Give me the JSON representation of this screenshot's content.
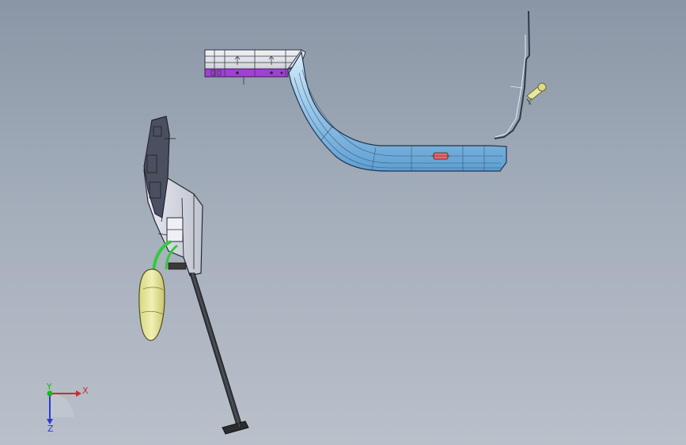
{
  "viewport": {
    "background_top": "#8a96a6",
    "background_bottom": "#b9c0ca"
  },
  "triad": {
    "x_label": "X",
    "y_label": "Y",
    "z_label": "Z",
    "x_color": "#d12a2a",
    "y_color": "#1fb31f",
    "z_color": "#2a3ad1"
  },
  "parts": {
    "upper_channel": "top-flange-channel",
    "curved_trim": "curved-door-trim-panel",
    "thin_rail": "thin-side-rail",
    "small_bolt": "small-bolt-component",
    "side_bracket": "vertical-side-bracket",
    "lower_cushion": "lower-cushion-pod",
    "long_rod": "long-diagonal-rod"
  }
}
